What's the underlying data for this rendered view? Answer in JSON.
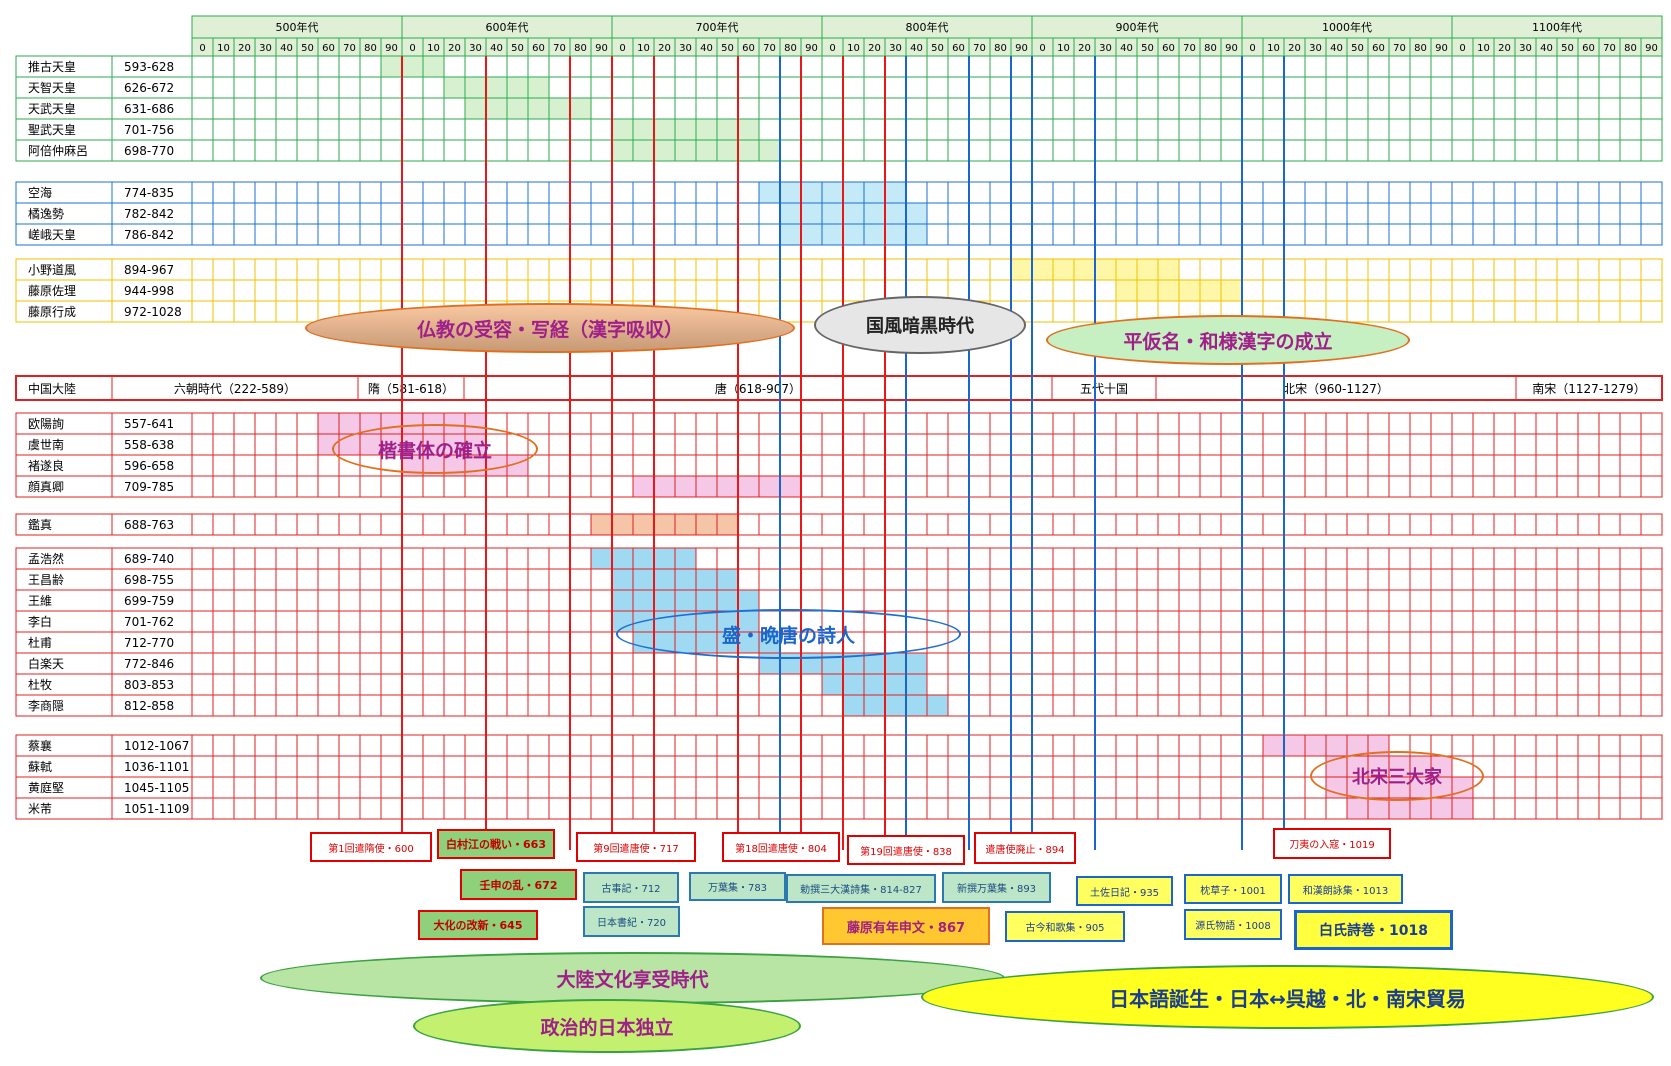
{
  "colors": {
    "green_border": "#2eaa4f",
    "blue_border": "#1f6fd0",
    "yellow_border": "#f0c000",
    "red_border": "#e02020",
    "green_fill": "#d6f0d0",
    "blue_fill": "#c5eaf7",
    "yellow_fill": "#fff7a8",
    "pink_fill": "#f4c8e6",
    "salmon_fill": "#f6c4a6",
    "sky_fill": "#9fd9f2",
    "header_fill": "#dff0d6",
    "boundary_red": "#e81818",
    "boundary_blue": "#1a66cc"
  },
  "timeline": {
    "centuries": [
      "500年代",
      "600年代",
      "700年代",
      "800年代",
      "900年代",
      "1000年代",
      "1100年代"
    ],
    "decades": [
      "0",
      "10",
      "20",
      "30",
      "40",
      "50",
      "60",
      "70",
      "80",
      "90"
    ]
  },
  "groups": [
    {
      "id": "japan-early",
      "color": "green",
      "rows": [
        {
          "name": "推古天皇",
          "years": "593-628",
          "bar": [
            590,
            620
          ],
          "fill": "green"
        },
        {
          "name": "天智天皇",
          "years": "626-672",
          "bar": [
            620,
            670
          ],
          "fill": "green"
        },
        {
          "name": "天武天皇",
          "years": "631-686",
          "bar": [
            630,
            690
          ],
          "fill": "green"
        },
        {
          "name": "聖武天皇",
          "years": "701-756",
          "bar": [
            700,
            770
          ],
          "fill": "green"
        },
        {
          "name": "阿倍仲麻呂",
          "years": "698-770",
          "bar": [
            700,
            780
          ],
          "fill": "green"
        }
      ]
    },
    {
      "id": "japan-heian",
      "color": "blue",
      "rows": [
        {
          "name": "空海",
          "years": "774-835",
          "bar": [
            770,
            840
          ],
          "fill": "blue"
        },
        {
          "name": "橘逸勢",
          "years": "782-842",
          "bar": [
            780,
            850
          ],
          "fill": "blue"
        },
        {
          "name": "嵯峨天皇",
          "years": "786-842",
          "bar": [
            780,
            850
          ],
          "fill": "blue"
        }
      ]
    },
    {
      "id": "japan-sanseki",
      "color": "yellow",
      "rows": [
        {
          "name": "小野道風",
          "years": "894-967",
          "bar": [
            890,
            970
          ],
          "fill": "yellow"
        },
        {
          "name": "藤原佐理",
          "years": "944-998",
          "bar": [
            940,
            1000
          ],
          "fill": "yellow"
        },
        {
          "name": "藤原行成",
          "years": "972-1028",
          "bar": null,
          "fill": "yellow"
        }
      ]
    },
    {
      "id": "china-calligraphers",
      "color": "red",
      "rows": [
        {
          "name": "欧陽詢",
          "years": "557-641",
          "bar": [
            560,
            640
          ],
          "fill": "pink"
        },
        {
          "name": "虞世南",
          "years": "558-638",
          "bar": [
            560,
            640
          ],
          "fill": "pink"
        },
        {
          "name": "褚遂良",
          "years": "596-658",
          "bar": [
            600,
            660
          ],
          "fill": "pink"
        },
        {
          "name": "顔真卿",
          "years": "709-785",
          "bar": [
            710,
            790
          ],
          "fill": "pink"
        }
      ]
    },
    {
      "id": "china-monk",
      "color": "red",
      "rows": [
        {
          "name": "鑑真",
          "years": "688-763",
          "bar": [
            690,
            760
          ],
          "fill": "salmon"
        }
      ]
    },
    {
      "id": "china-poets",
      "color": "red",
      "rows": [
        {
          "name": "孟浩然",
          "years": "689-740",
          "bar": [
            690,
            740
          ],
          "fill": "sky"
        },
        {
          "name": "王昌齢",
          "years": "698-755",
          "bar": [
            700,
            760
          ],
          "fill": "sky"
        },
        {
          "name": "王維",
          "years": "699-759",
          "bar": [
            700,
            770
          ],
          "fill": "sky"
        },
        {
          "name": "李白",
          "years": "701-762",
          "bar": [
            700,
            770
          ],
          "fill": "sky"
        },
        {
          "name": "杜甫",
          "years": "712-770",
          "bar": [
            710,
            780
          ],
          "fill": "sky"
        },
        {
          "name": "白楽天",
          "years": "772-846",
          "bar": [
            770,
            850
          ],
          "fill": "sky"
        },
        {
          "name": "杜牧",
          "years": "803-853",
          "bar": [
            800,
            850
          ],
          "fill": "sky"
        },
        {
          "name": "李商隠",
          "years": "812-858",
          "bar": [
            810,
            860
          ],
          "fill": "sky"
        }
      ]
    },
    {
      "id": "china-song",
      "color": "red",
      "rows": [
        {
          "name": "蔡襄",
          "years": "1012-1067",
          "bar": [
            1010,
            1070
          ],
          "fill": "pink"
        },
        {
          "name": "蘇軾",
          "years": "1036-1101",
          "bar": [
            1040,
            1100
          ],
          "fill": "pink"
        },
        {
          "name": "黄庭堅",
          "years": "1045-1105",
          "bar": [
            1040,
            1110
          ],
          "fill": "pink"
        },
        {
          "name": "米芾",
          "years": "1051-1109",
          "bar": [
            1050,
            1110
          ],
          "fill": "pink"
        }
      ]
    }
  ],
  "dynasty_bar": {
    "label": "中国大陸",
    "segments": [
      {
        "label": "六朝時代（222-589）"
      },
      {
        "label": "隋（581-618）"
      },
      {
        "label": "唐（618-907）"
      },
      {
        "label": "五代十国"
      },
      {
        "label": "北宋（960-1127）"
      },
      {
        "label": "南宋（1127-1279）"
      }
    ]
  },
  "boundaries": {
    "red_years": [
      600,
      640,
      680,
      700,
      720,
      760,
      790,
      810,
      830,
      890
    ],
    "blue_years": [
      780,
      840,
      870,
      890,
      900,
      930,
      1000,
      1020
    ]
  },
  "era_labels": [
    {
      "text": "仏教の受容・写経（漢字吸収）"
    },
    {
      "text": "国風暗黒時代"
    },
    {
      "text": "平仮名・和様漢字の成立"
    },
    {
      "text": "楷書体の確立"
    },
    {
      "text": "盛・晩唐の詩人"
    },
    {
      "text": "北宋三大家"
    },
    {
      "text": "大陸文化享受時代"
    },
    {
      "text": "政治的日本独立"
    },
    {
      "text": "日本語誕生・日本↔呉越・北・南宋貿易"
    }
  ],
  "events": [
    {
      "text": "第1回遣隋使・600"
    },
    {
      "text": "白村江の戦い・663"
    },
    {
      "text": "第9回遣唐使・717"
    },
    {
      "text": "第18回遣唐使・804"
    },
    {
      "text": "第19回遣唐使・838"
    },
    {
      "text": "遣唐使廃止・894"
    },
    {
      "text": "刀夷の入寇・1019"
    },
    {
      "text": "壬申の乱・672"
    },
    {
      "text": "古事記・712"
    },
    {
      "text": "万葉集・783"
    },
    {
      "text": "勅撰三大漢詩集・814-827"
    },
    {
      "text": "新撰万葉集・893"
    },
    {
      "text": "土佐日記・935"
    },
    {
      "text": "枕草子・1001"
    },
    {
      "text": "和漢朗詠集・1013"
    },
    {
      "text": "大化の改新・645"
    },
    {
      "text": "日本書紀・720"
    },
    {
      "text": "藤原有年申文・867"
    },
    {
      "text": "古今和歌集・905"
    },
    {
      "text": "源氏物語・1008"
    },
    {
      "text": "白氏詩巻・1018"
    }
  ]
}
